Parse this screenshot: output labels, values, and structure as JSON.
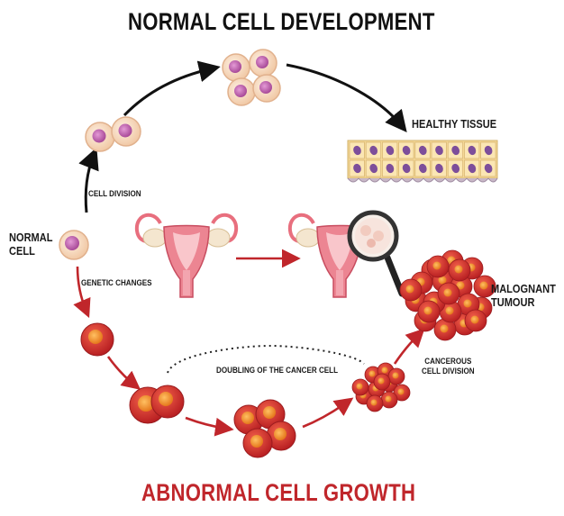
{
  "titles": {
    "top": "NORMAL CELL DEVELOPMENT",
    "bottom": "ABNORMAL CELL GROWTH"
  },
  "labels": {
    "normal_cell_line1": "NORMAL",
    "normal_cell_line2": "CELL",
    "cell_division": "CELL DIVISION",
    "genetic_changes": "GENETIC CHANGES",
    "healthy_tissue": "HEALTHY TISSUE",
    "malignant_line1": "MALOGNANT",
    "malignant_line2": "TUMOUR",
    "doubling": "DOUBLING OF THE CANCER CELL",
    "cancerous_line1": "CANCEROUS",
    "cancerous_line2": "CELL DIVISION"
  },
  "colors": {
    "normal_arrow": "#111111",
    "abnormal_arrow": "#c0262b",
    "healthy_cell_fill": "#f8dcc3",
    "healthy_nucleus": "#c565b0",
    "cancer_cell_fill": "#e23a2a",
    "cancer_nucleus": "#f08a2c",
    "organ_pink": "#e86f7e",
    "tissue_nucleus": "#7d4e9a"
  }
}
